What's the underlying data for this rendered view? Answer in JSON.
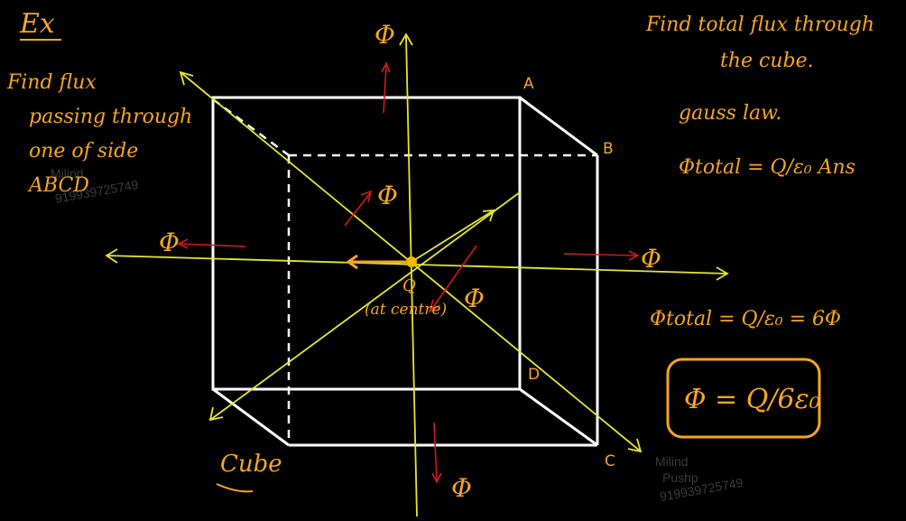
{
  "colors": {
    "background": "#000000",
    "cube": "#ffffff",
    "axes": "#e6e62e",
    "handwriting": "#f5a623",
    "flux_arrows": "#d01a1a"
  },
  "notes": {
    "ex": "Ex",
    "left_question": [
      "Find flux",
      "passing through",
      "one of side",
      "ABCD"
    ],
    "right_question": [
      "Find total flux through",
      "the cube."
    ],
    "gauss_law": "gauss law.",
    "phi_total_1": "Φtotal = Q/ε₀  Ans",
    "phi_total_2": "Φtotal = Q/ε₀ = 6Φ",
    "boxed_answer": "Φ = Q/6ε₀",
    "charge": "Q",
    "at_centre": "(at centre)",
    "cube_label": "Cube"
  },
  "vertices": {
    "A": "A",
    "B": "B",
    "C": "C",
    "D": "D"
  },
  "flux_symbols": {
    "top": "Φ",
    "left": "Φ",
    "right": "Φ",
    "bottom": "Φ",
    "back": "Φ",
    "front": "Φ"
  },
  "watermark": {
    "name": "Milind",
    "name2": "Pushp",
    "phone": "919939725749"
  }
}
